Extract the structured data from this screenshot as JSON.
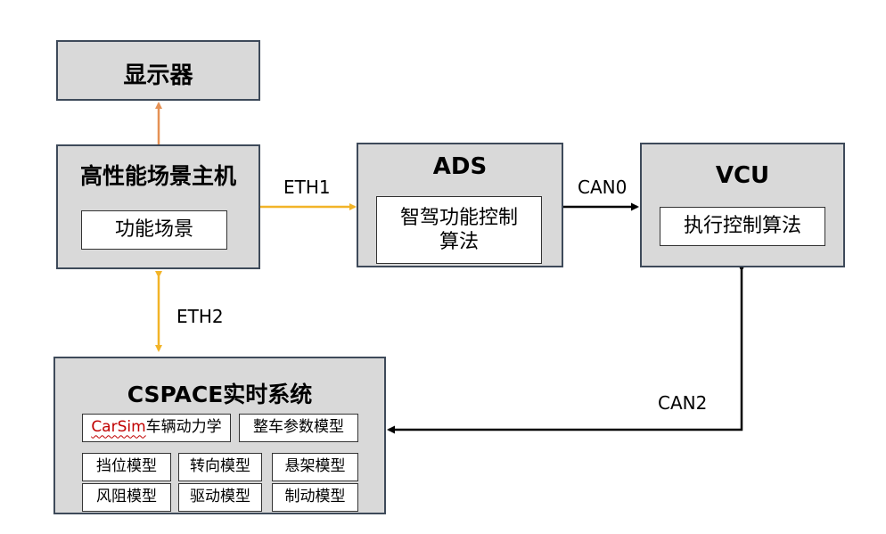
{
  "display": {
    "title": "显示器"
  },
  "host": {
    "title": "高性能场景主机",
    "module": "功能场景"
  },
  "ads": {
    "title": "ADS",
    "module": "智驾功能控制\n算法"
  },
  "vcu": {
    "title": "VCU",
    "module": "执行控制算法"
  },
  "cspace": {
    "title": "CSPACE实时系统",
    "modules": {
      "carsim_brand": "CarSim",
      "carsim_rest": "车辆动力学",
      "vehicle_params": "整车参数模型",
      "gear": "挡位模型",
      "steering": "转向模型",
      "suspension": "悬架模型",
      "wind_resistance": "风阻模型",
      "drive": "驱动模型",
      "brake": "制动模型"
    }
  },
  "links": {
    "eth1": "ETH1",
    "eth2": "ETH2",
    "can0": "CAN0",
    "can2": "CAN2"
  },
  "colors": {
    "box_fill": "#d9d9d9",
    "box_border": "#3e4a5a",
    "eth_arrow": "#f2b428",
    "display_arrow": "#e59155",
    "can_arrow": "#000000"
  }
}
